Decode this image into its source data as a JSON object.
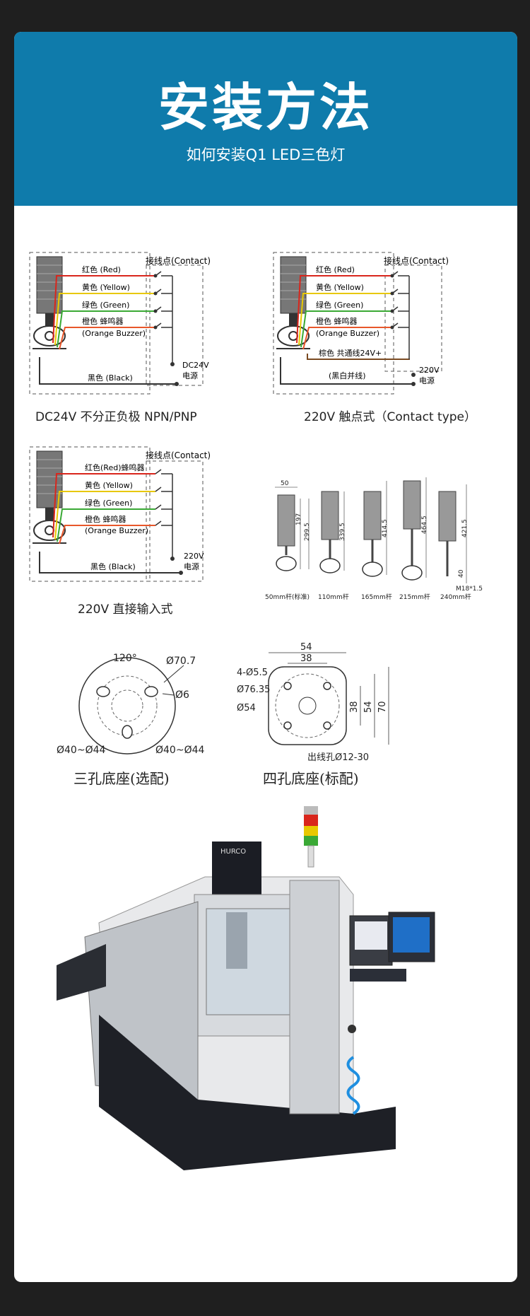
{
  "header": {
    "title": "安装方法",
    "subtitle": "如何安装Q1 LED三色灯"
  },
  "diagram1": {
    "contact_label": "接线点(Contact)",
    "wires": [
      "红色 (Red)",
      "黄色 (Yellow)",
      "绿色 (Green)",
      "橙色 蜂鸣器",
      "(Orange Buzzer)"
    ],
    "black": "黑色  (Black)",
    "power_v": "DC24V",
    "power_label": "电源",
    "caption": "DC24V 不分正负极 NPN/PNP"
  },
  "diagram2": {
    "contact_label": "接线点(Contact)",
    "wires": [
      "红色 (Red)",
      "黄色 (Yellow)",
      "绿色 (Green)",
      "橙色 蜂鸣器",
      "(Orange Buzzer)"
    ],
    "common": "棕色 共通线24V+",
    "blackwhite": "(黑白并线)",
    "power_v": "220V",
    "power_label": "电源",
    "caption": "220V  触点式（Contact type）"
  },
  "diagram3": {
    "contact_label": "接线点(Contact)",
    "wires": [
      "红色(Red)蜂鸣器",
      "黄色 (Yellow)",
      "绿色 (Green)",
      "橙色 蜂鸣器",
      "(Orange Buzzer)"
    ],
    "black": "黑色  (Black)",
    "power_v": "220V",
    "power_label": "电源",
    "caption": "220V 直接输入式"
  },
  "colors": {
    "red": "#d9261c",
    "yellow": "#e8c800",
    "green": "#3aa935",
    "orange": "#e8572a",
    "banner": "#0f7bab"
  },
  "poles": {
    "dims": [
      "50",
      "197",
      "299.5",
      "339.5",
      "414.5",
      "464.5",
      "421.5",
      "40",
      "M18*1.5"
    ],
    "labels": [
      "50mm杆(标准)",
      "110mm杆",
      "165mm杆",
      "215mm杆",
      "240mm杆"
    ]
  },
  "base3": {
    "dims": [
      "120°",
      "Ø70.7",
      "Ø6",
      "Ø40~Ø44",
      "Ø40~Ø44"
    ],
    "caption": "三孔底座(选配)"
  },
  "base4": {
    "dims": [
      "54",
      "38",
      "4-Ø5.5",
      "Ø76.35",
      "Ø54",
      "38",
      "54",
      "70",
      "出线孔Ø12-30"
    ],
    "caption": "四孔底座(标配)"
  },
  "machine": {
    "brand": "HURCO"
  }
}
